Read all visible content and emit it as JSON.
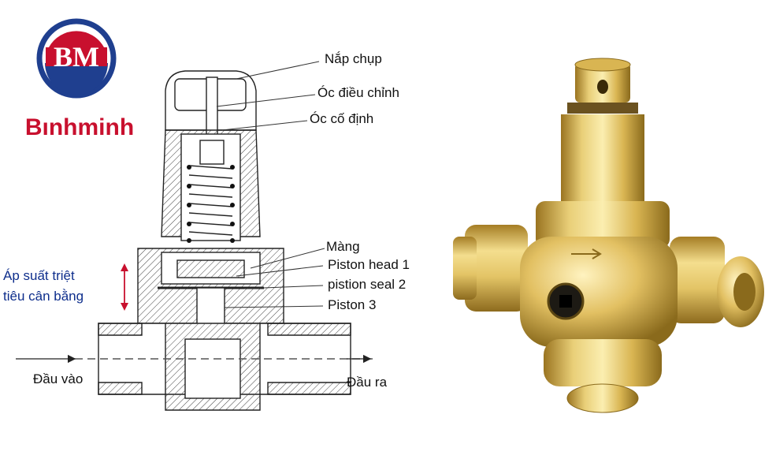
{
  "logo": {
    "monogram": "BM",
    "brand_name": "Bınhminh",
    "colors": {
      "ring": "#1f3f8f",
      "accent": "#c8102e"
    }
  },
  "diagram": {
    "labels": {
      "cap": "Nắp chụp",
      "adjust_nut": "Óc điều chỉnh",
      "fixed_nut": "Óc cố định",
      "membrane": "Màng",
      "piston_head": "Piston head 1",
      "piston_seal": "pistion  seal 2",
      "piston": "Piston 3",
      "pressure_line1": "Áp suất triệt",
      "pressure_line2": "tiêu cân bằng",
      "inlet": "Đầu vào",
      "outlet": "Đầu ra"
    },
    "colors": {
      "pressure_arrow": "#c8102e",
      "pressure_text": "#0e2e8c",
      "hatch": "#333333"
    }
  },
  "photo": {
    "subject": "brass pressure reducing valve",
    "colors": {
      "brass_light": "#f2dc8a",
      "brass_mid": "#d6b24e",
      "brass_dark": "#8a6a1c"
    }
  }
}
